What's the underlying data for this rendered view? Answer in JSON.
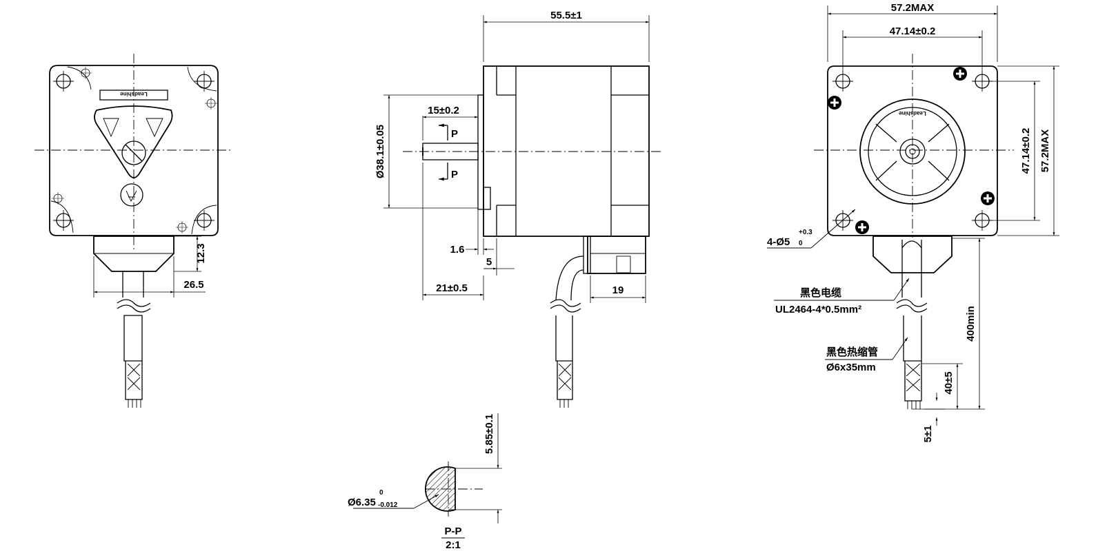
{
  "dimensions": {
    "d_55_5": "55.5±1",
    "d_57_2_top": "57.2MAX",
    "d_47_14_top": "47.14±0.2",
    "d_15": "15±0.2",
    "d_38_1": "Ø38.1±0.05",
    "d_1_6": "1.6",
    "d_5": "5",
    "d_21": "21±0.5",
    "d_19": "19",
    "d_12_3": "12.3",
    "d_26_5": "26.5",
    "d_47_14_side": "47.14±0.2",
    "d_57_2_side": "57.2MAX",
    "d_400": "400min",
    "d_40": "40±5",
    "d_5_1": "5±1",
    "d_5_85": "5.85±0.1",
    "hole_main": "4-Ø5",
    "hole_tol": "+0.3",
    "hole_tol2": "0",
    "shaft_main": "Ø6.35",
    "shaft_tol_up": "0",
    "shaft_tol_low": "-0.012"
  },
  "section": {
    "arrow_label_1": "P",
    "arrow_label_2": "P",
    "name": "P-P",
    "scale": "2:1"
  },
  "notes": {
    "cable_cn": "黑色电缆",
    "cable_spec": "UL2464-4*0.5mm²",
    "sleeve_cn": "黑色热缩管",
    "sleeve_spec": "Ø6x35mm"
  },
  "labels": {
    "brand": "Leadshine",
    "brand_back": "Leadshine"
  }
}
